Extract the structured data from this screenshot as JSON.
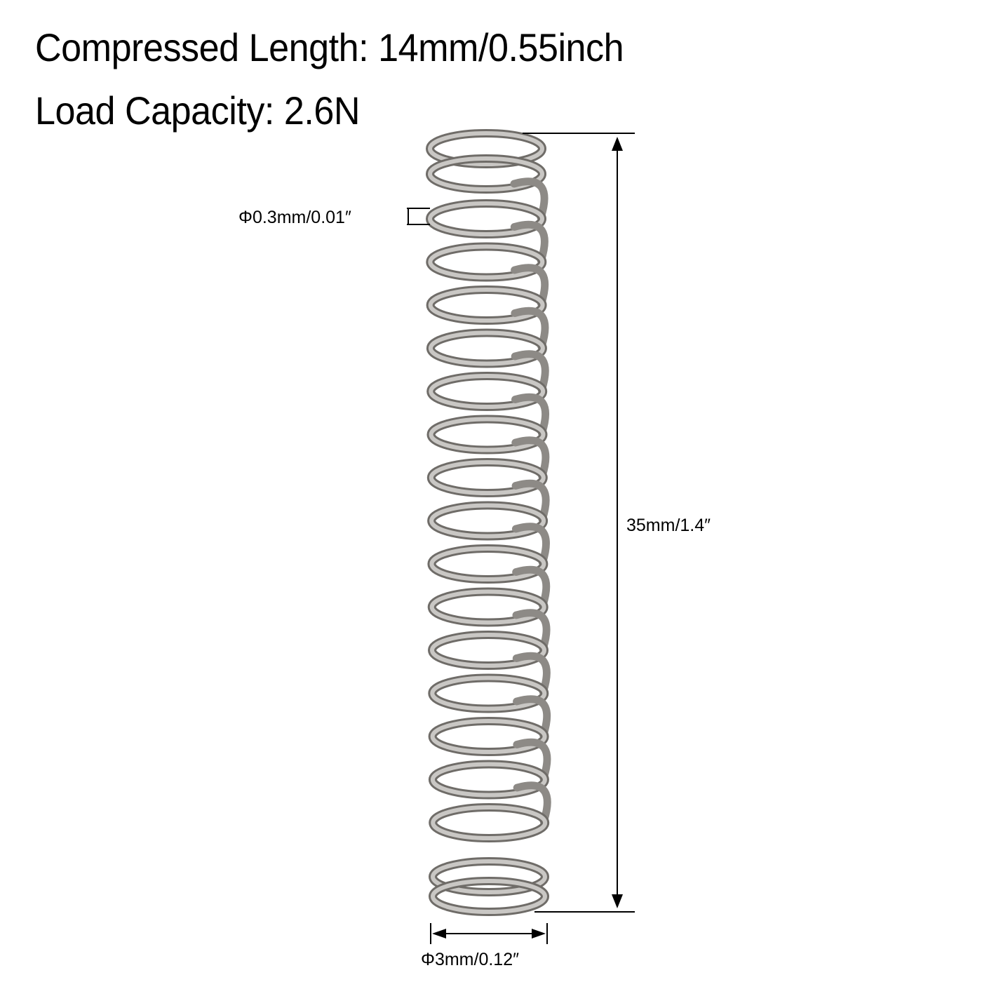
{
  "title_lines": {
    "compressed_length": "Compressed Length: 14mm/0.55inch",
    "load_capacity": "Load Capacity: 2.6N"
  },
  "dimensions": {
    "wire_diameter": "Φ0.3mm/0.01″",
    "free_length": "35mm/1.4″",
    "outer_diameter": "Φ3mm/0.12″"
  },
  "product": {
    "type": "compression-spring",
    "material_color": "#a8a6a3",
    "coil_count_visible": 18
  },
  "colors": {
    "background": "#ffffff",
    "text": "#000000",
    "dimension_lines": "#000000",
    "spring_light": "#d9d7d4",
    "spring_mid": "#a09d99",
    "spring_dark": "#6f6c68"
  }
}
